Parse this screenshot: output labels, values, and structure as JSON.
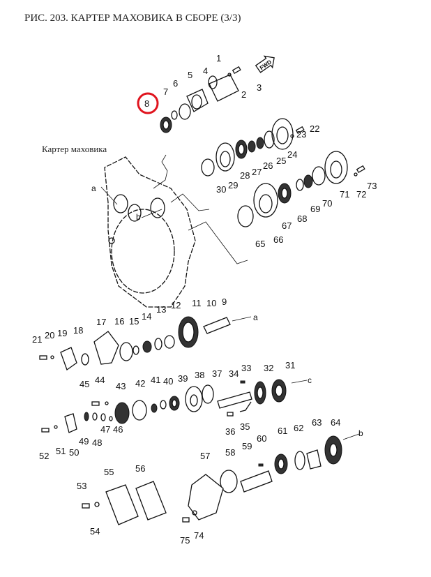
{
  "title": "РИС. 203. КАРТЕР МАХОВИКА В СБОРЕ (3/3)",
  "housing_label": "Картер маховика",
  "fwd_label": "FWD",
  "highlighted_part": "8",
  "highlight_color": "#e0141e",
  "shaft_letters": {
    "a": "a",
    "b": "b",
    "c": "c"
  },
  "part_numbers": [
    "1",
    "2",
    "3",
    "4",
    "5",
    "6",
    "7",
    "8",
    "9",
    "10",
    "11",
    "12",
    "13",
    "14",
    "15",
    "16",
    "17",
    "18",
    "19",
    "20",
    "21",
    "22",
    "23",
    "24",
    "25",
    "26",
    "27",
    "28",
    "29",
    "30",
    "31",
    "32",
    "33",
    "34",
    "35",
    "36",
    "37",
    "38",
    "39",
    "40",
    "41",
    "42",
    "43",
    "44",
    "45",
    "46",
    "47",
    "48",
    "49",
    "50",
    "51",
    "52",
    "53",
    "54",
    "55",
    "56",
    "57",
    "58",
    "59",
    "60",
    "61",
    "62",
    "63",
    "64",
    "65",
    "66",
    "67",
    "68",
    "69",
    "70",
    "71",
    "72",
    "73",
    "74",
    "75"
  ]
}
